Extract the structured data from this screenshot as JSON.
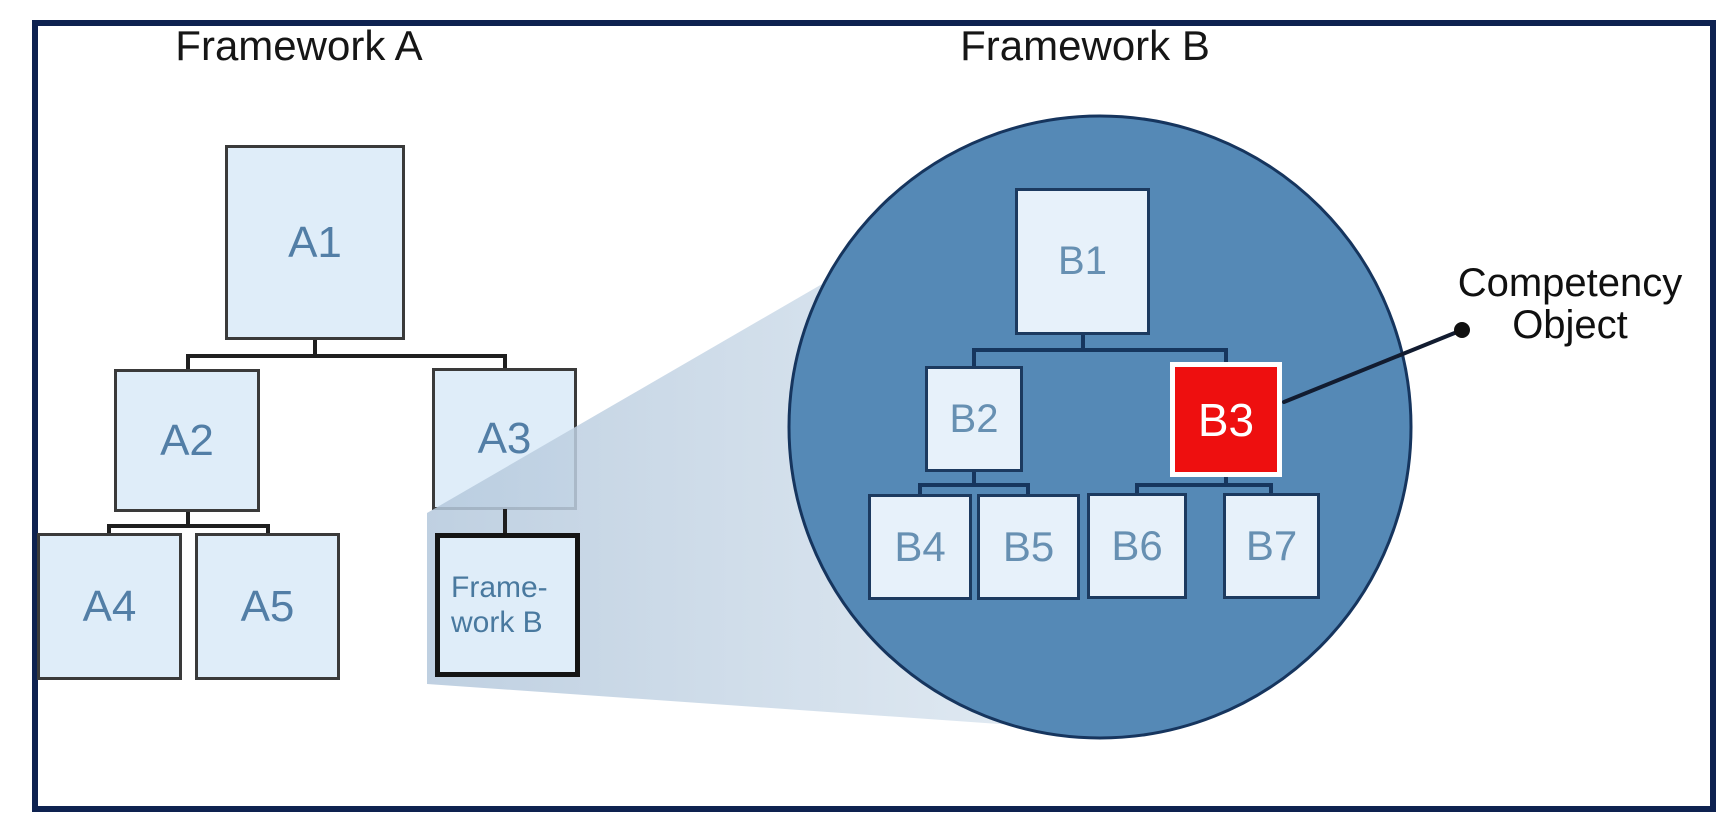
{
  "titles": {
    "framework_a": "Framework A",
    "framework_b": "Framework B"
  },
  "framework_a": {
    "nodes": [
      {
        "label": "A1"
      },
      {
        "label": "A2"
      },
      {
        "label": "A3"
      },
      {
        "label": "A4"
      },
      {
        "label": "A5"
      }
    ],
    "sub_framework_box": {
      "line1": "Frame-",
      "line2": "work B"
    }
  },
  "framework_b": {
    "nodes": [
      {
        "label": "B1"
      },
      {
        "label": "B2"
      },
      {
        "label": "B3",
        "highlighted": true
      },
      {
        "label": "B4"
      },
      {
        "label": "B5"
      },
      {
        "label": "B6"
      },
      {
        "label": "B7"
      }
    ]
  },
  "annotation": {
    "line1": "Competency",
    "line2": "Object"
  },
  "colors": {
    "frame_border": "#0e2250",
    "node_fill_a": "#dfedf9",
    "node_fill_b": "#e7f1fa",
    "node_border_a": "#3a3a3a",
    "node_border_b": "#1c3a5f",
    "node_text_a": "#527ea6",
    "node_text_b": "#6790b2",
    "circle_fill": "#5589b6",
    "circle_border": "#16355e",
    "highlight_fill": "#ee0f0f",
    "highlight_border": "#ffffff",
    "highlight_text": "#ffffff",
    "beam_fill": "#cdd9e7",
    "connector_a": "#1f1f1f",
    "connector_b": "#16365e",
    "annotation_text": "#101010"
  }
}
